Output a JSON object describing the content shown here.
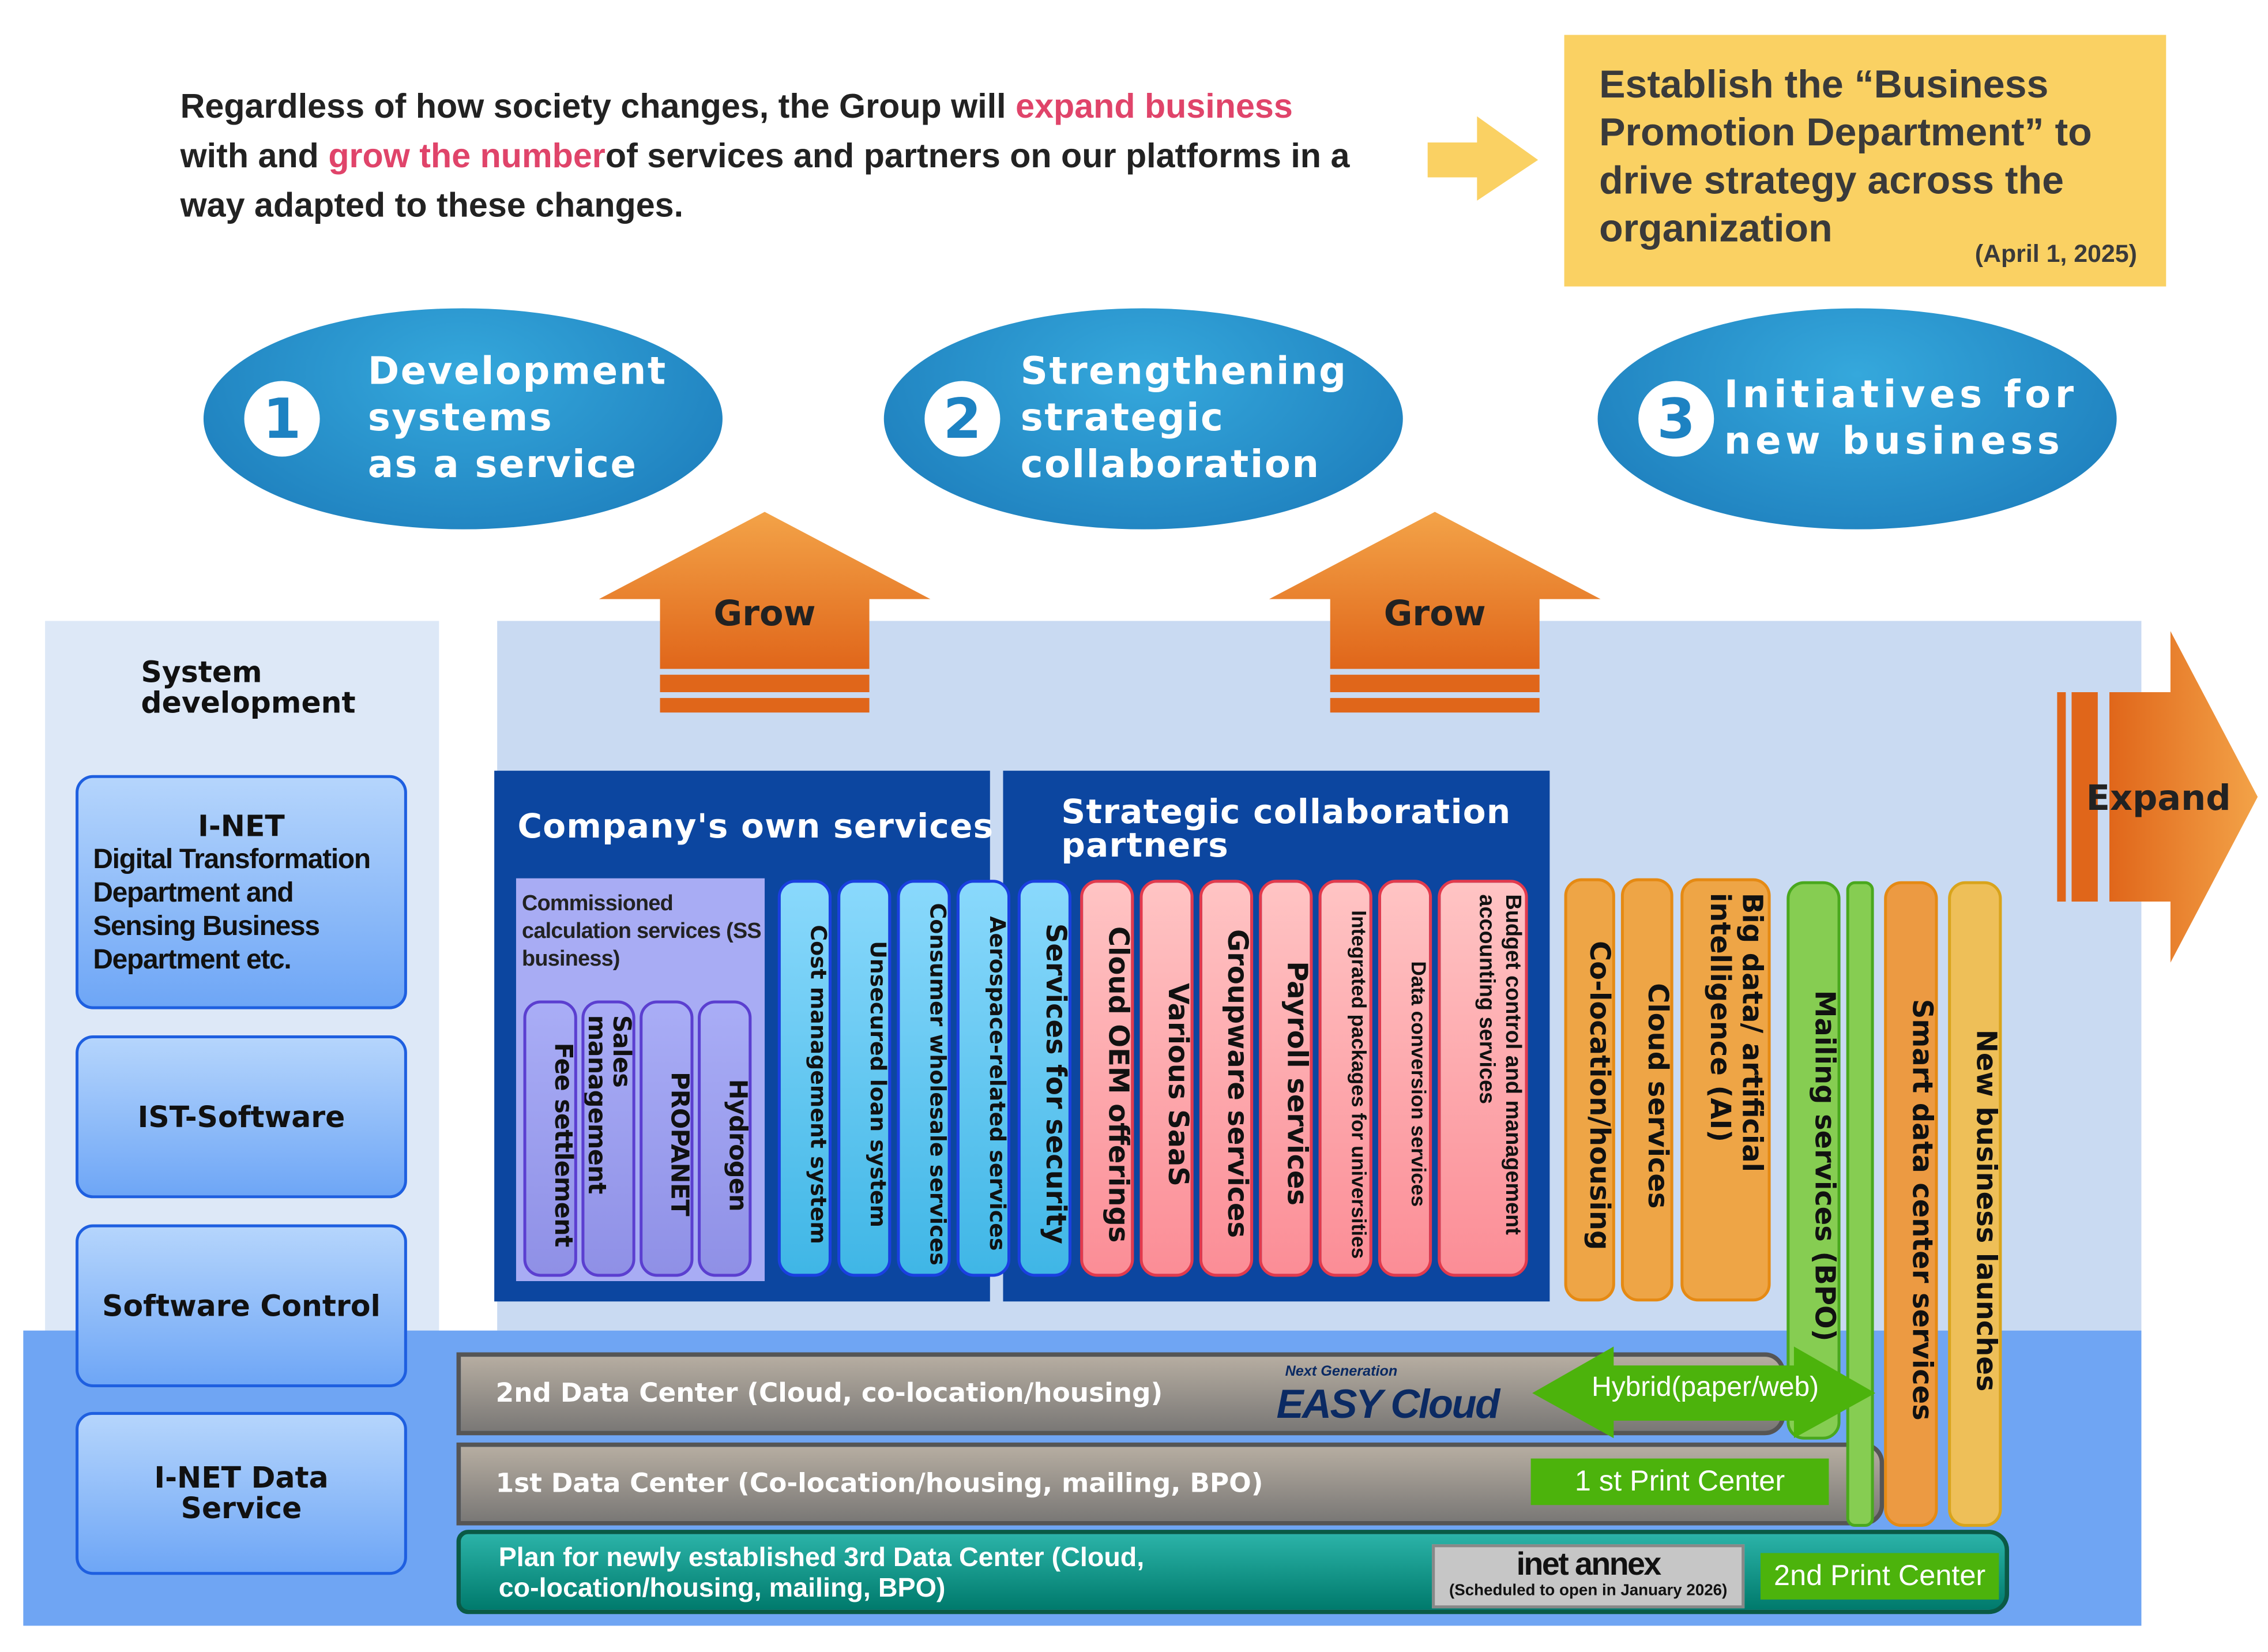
{
  "intro": {
    "part1": "Regardless of how society changes, the Group will ",
    "highlight1": "expand business",
    "part2": "with and ",
    "highlight2": "grow the number",
    "part3": "of services and partners on our platforms in a way adapted to these changes."
  },
  "callout": {
    "text": "Establish the “Business Promotion Department” to drive strategy across the organization",
    "date": "(April 1, 2025)"
  },
  "pillars": [
    {
      "number": "1",
      "lines": [
        "Development",
        "systems",
        "as a service"
      ]
    },
    {
      "number": "2",
      "lines": [
        "Strengthening",
        "strategic",
        "collaboration"
      ]
    },
    {
      "number": "3",
      "lines": [
        "Initiatives for",
        "new business"
      ]
    }
  ],
  "arrows": {
    "grow": "Grow",
    "expand": "Expand"
  },
  "system_development": {
    "title": "System development",
    "companies": [
      {
        "name": "I-NET",
        "detail": "Digital Transformation Department and Sensing Business Department etc."
      },
      {
        "name": "IST-Software"
      },
      {
        "name": "Software Control"
      },
      {
        "name": "I-NET Data Service"
      }
    ]
  },
  "own_services": {
    "title": "Company's own services",
    "ss_business": {
      "title": "Commissioned calculation services (SS business)",
      "items": [
        "Fee settlement",
        "Sales management",
        "PROPANET",
        "Hydrogen"
      ]
    },
    "items": [
      "Cost management system",
      "Unsecured loan system",
      "Consumer wholesale services",
      "Aerospace-related services"
    ]
  },
  "partners": {
    "title": "Strategic collaboration partners",
    "blue_items": [
      "Services for security"
    ],
    "items": [
      "Cloud OEM offerings",
      "Various SaaS",
      "Groupware services",
      "Payroll services",
      "Integrated packages for universities",
      "Data conversion services",
      "Budget control and management accounting services"
    ]
  },
  "new_business": {
    "orange": [
      "Co-location/housing",
      "Cloud services",
      "Big data/ artificial intelligence (AI)"
    ],
    "mailing": "Mailing services (BPO)",
    "smart": "Smart data center services",
    "launches": "New business launches"
  },
  "data_centers": {
    "second": "2nd Data Center (Cloud, co-location/housing)",
    "first": "1st Data Center (Co-location/housing, mailing, BPO)",
    "third": "Plan for newly established 3rd Data Center (Cloud, co-location/housing, mailing, BPO)",
    "easy_cloud_tag": "Next Generation",
    "easy_cloud": "EASY Cloud",
    "hybrid": "Hybrid(paper/web)",
    "print1": "1 st Print Center",
    "print2": "2nd Print Center",
    "annex": "inet annex",
    "annex_note": "(Scheduled to open in January 2026)"
  },
  "colors": {
    "accent": "#e0446a",
    "callout": "#fad163",
    "navy": "#0c46a0",
    "grow": "#e06c1c"
  }
}
